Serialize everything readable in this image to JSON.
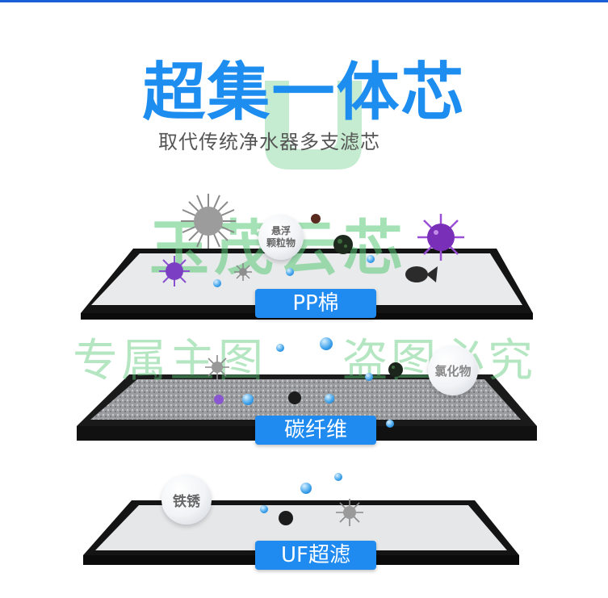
{
  "title": "超集一体芯",
  "subtitle": "取代传统净水器多支滤芯",
  "watermark": {
    "line1": "玉茂云芯",
    "line2_left": "专属主图",
    "line2_right": "盗图必究"
  },
  "layers": [
    {
      "label": "PP棉"
    },
    {
      "label": "碳纤维"
    },
    {
      "label": "UF超滤"
    }
  ],
  "particles": {
    "suspended": "悬浮\n颗粒物",
    "chloride": "氯化物",
    "rust": "铁锈"
  },
  "colors": {
    "accent": "#1e8df0",
    "label_bg": "#1f8af0",
    "watermark": "#5ac878"
  }
}
